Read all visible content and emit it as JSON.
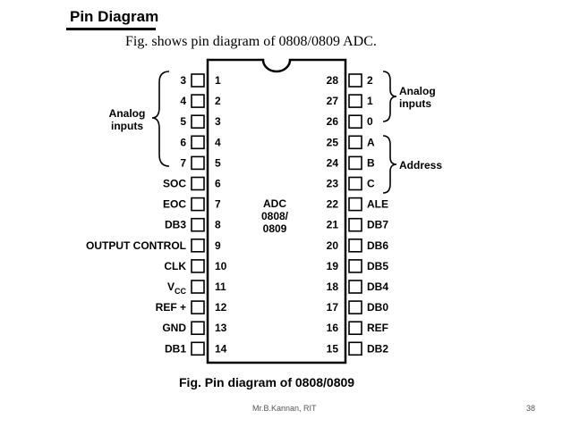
{
  "slide_title": "Pin Diagram",
  "caption_top": "Fig. shows pin diagram of 0808/0809 ADC.",
  "caption_bottom": "Fig. Pin diagram of 0808/0809",
  "chip": {
    "line1": "ADC",
    "line2": "0808/",
    "line3": "0809"
  },
  "left_pins": [
    {
      "num": "1",
      "label": "3"
    },
    {
      "num": "2",
      "label": "4"
    },
    {
      "num": "3",
      "label": "5"
    },
    {
      "num": "4",
      "label": "6"
    },
    {
      "num": "5",
      "label": "7"
    },
    {
      "num": "6",
      "label": "SOC"
    },
    {
      "num": "7",
      "label": "EOC"
    },
    {
      "num": "8",
      "label": "DB3"
    },
    {
      "num": "9",
      "label": "OUTPUT CONTROL"
    },
    {
      "num": "10",
      "label": "CLK"
    },
    {
      "num": "11",
      "label": "VCC"
    },
    {
      "num": "12",
      "label": "REF +"
    },
    {
      "num": "13",
      "label": "GND"
    },
    {
      "num": "14",
      "label": "DB1"
    }
  ],
  "right_pins": [
    {
      "num": "28",
      "label": "2"
    },
    {
      "num": "27",
      "label": "1"
    },
    {
      "num": "26",
      "label": "0"
    },
    {
      "num": "25",
      "label": "A"
    },
    {
      "num": "24",
      "label": "B"
    },
    {
      "num": "23",
      "label": "C"
    },
    {
      "num": "22",
      "label": "ALE"
    },
    {
      "num": "21",
      "label": "DB7"
    },
    {
      "num": "20",
      "label": "DB6"
    },
    {
      "num": "19",
      "label": "DB5"
    },
    {
      "num": "18",
      "label": "DB4"
    },
    {
      "num": "17",
      "label": "DB0"
    },
    {
      "num": "16",
      "label": "REF"
    },
    {
      "num": "15",
      "label": "DB2"
    }
  ],
  "groups": {
    "left_analog": [
      "Analog",
      "inputs"
    ],
    "right_analog": [
      "Analog",
      "inputs"
    ],
    "address": "Address"
  },
  "footer": {
    "author": "Mr.B.Kannan, RIT",
    "page": "38"
  }
}
